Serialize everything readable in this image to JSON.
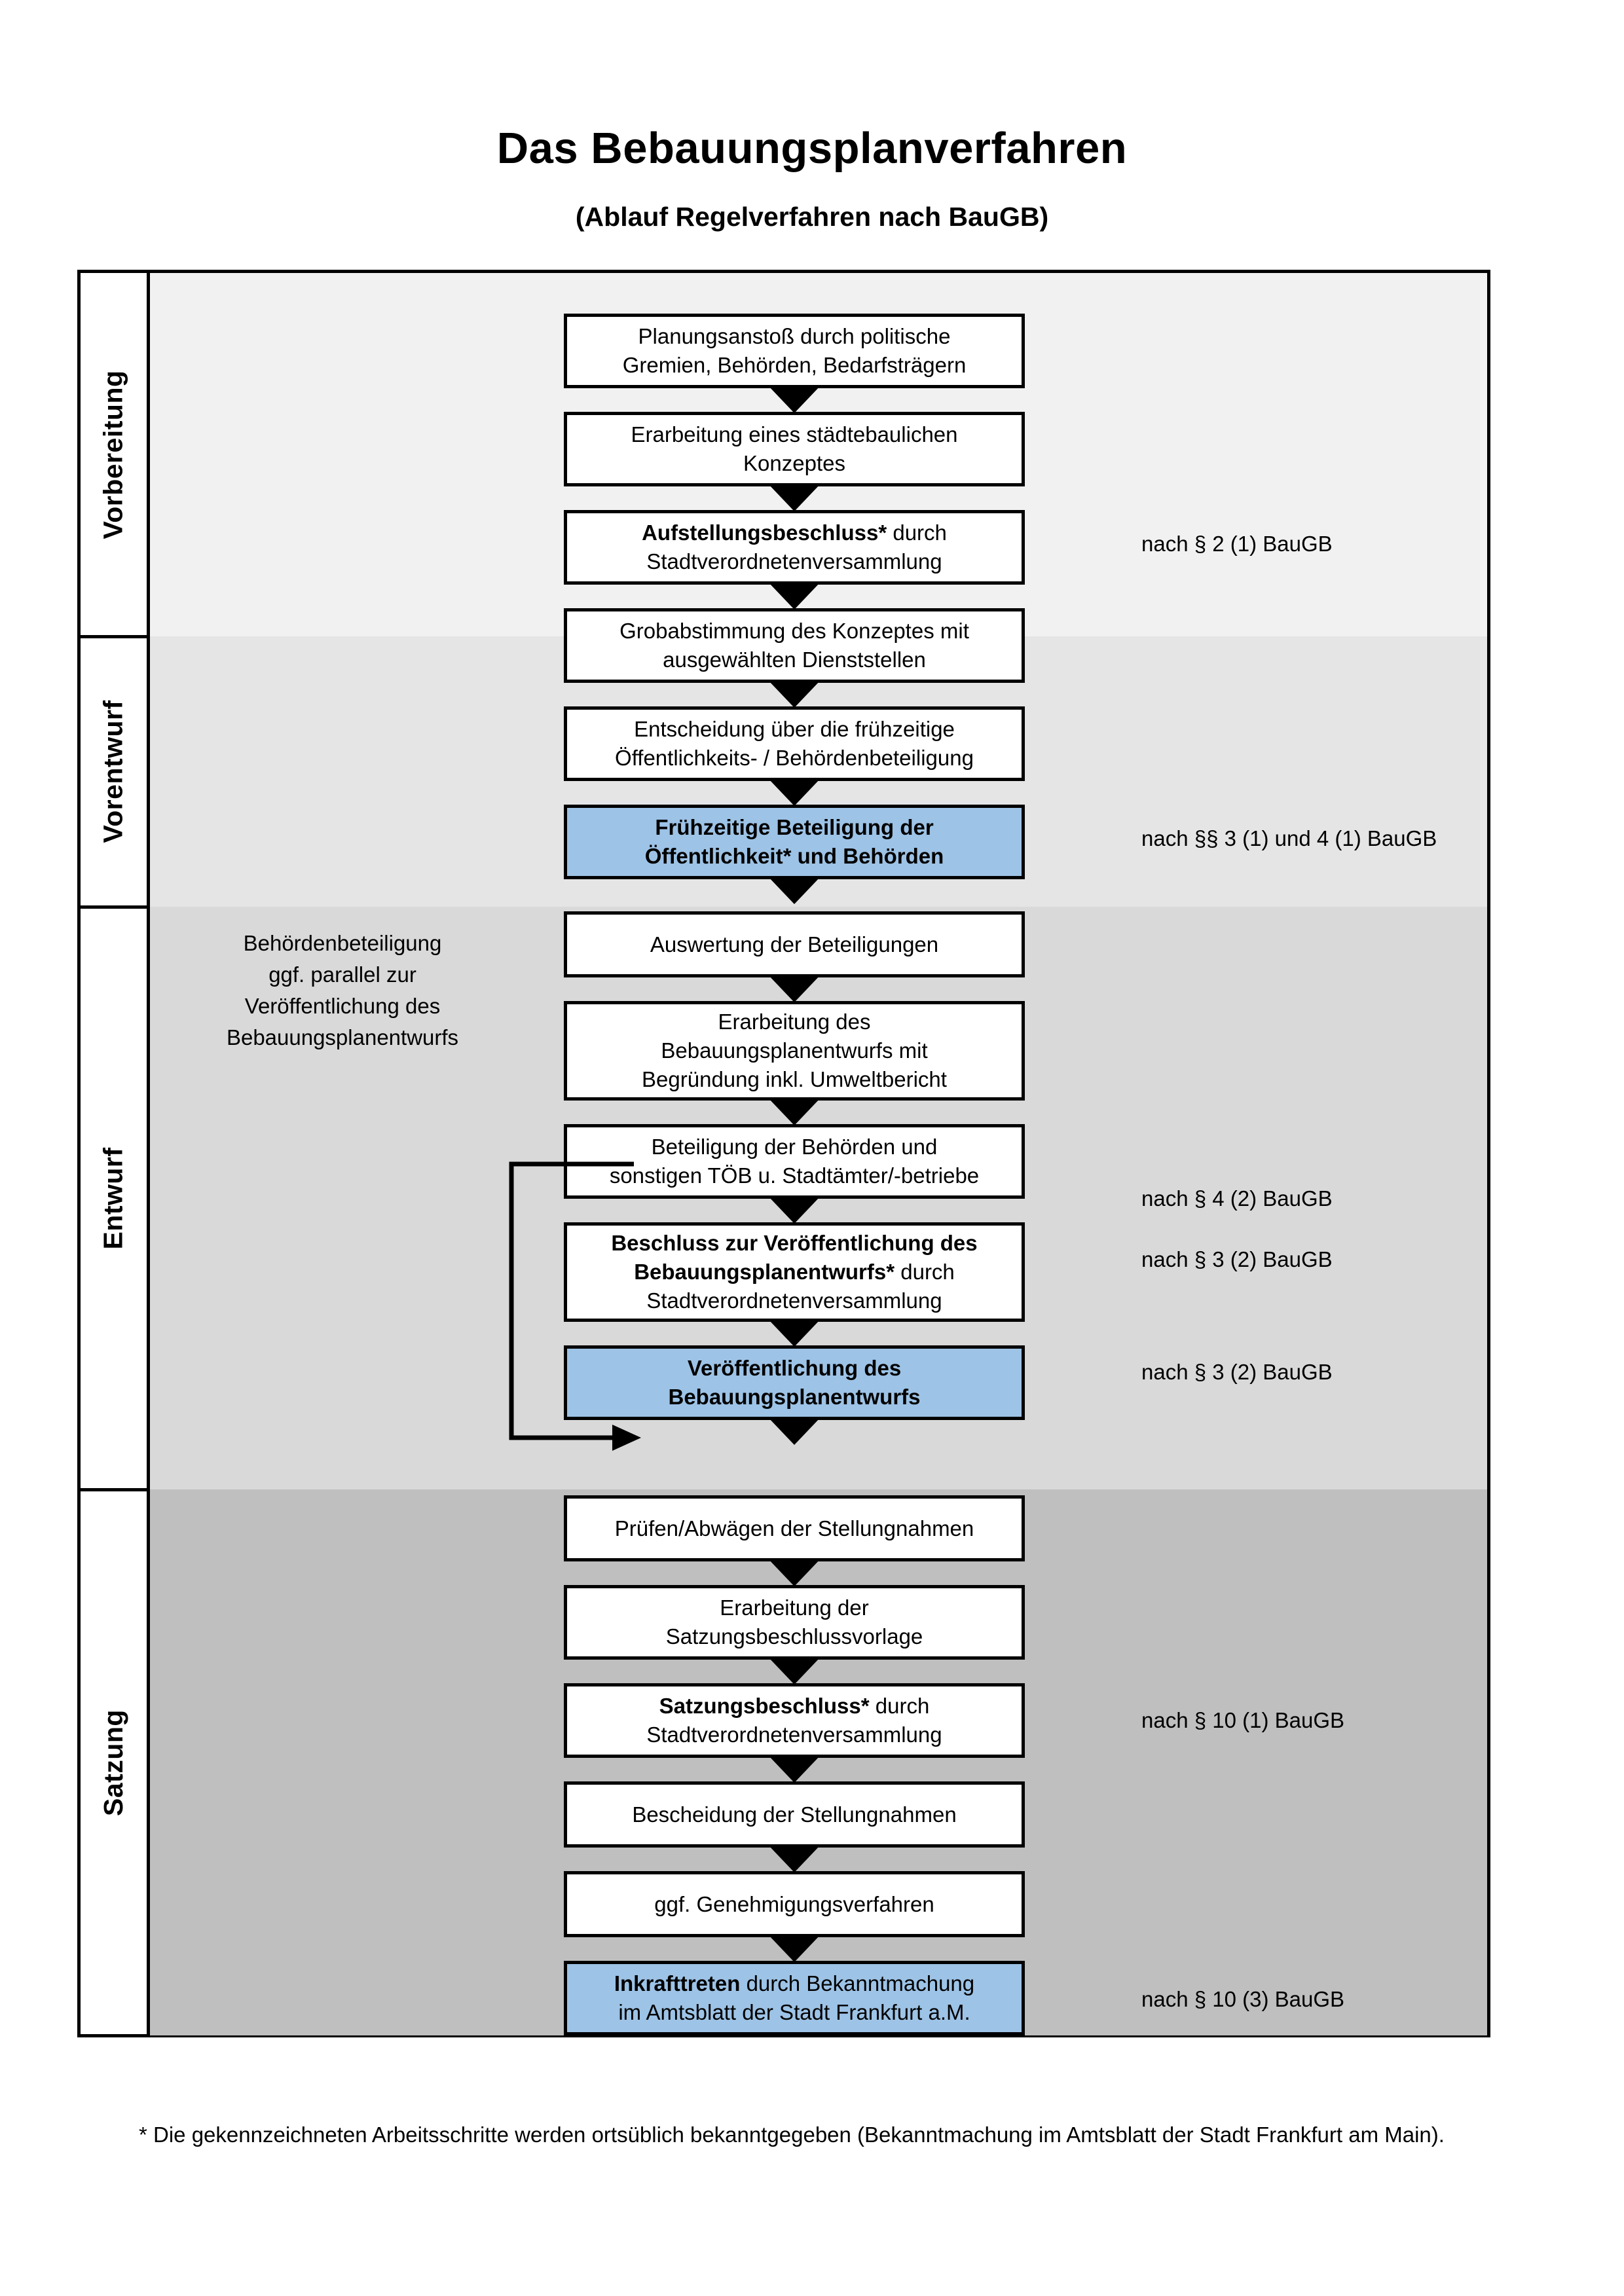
{
  "title": "Das Bebauungsplanverfahren",
  "subtitle": "(Ablauf Regelverfahren nach BauGB)",
  "phases": [
    {
      "label": "Vorbereitung"
    },
    {
      "label": "Vorentwurf"
    },
    {
      "label": "Entwurf"
    },
    {
      "label": "Satzung"
    }
  ],
  "steps": [
    {
      "line1": "Planungsanstoß durch politische",
      "line2": "Gremien, Behörden, Bedarfsträgern",
      "highlight": false,
      "bold_prefix": ""
    },
    {
      "line1": "Erarbeitung eines städtebaulichen",
      "line2": "Konzeptes",
      "highlight": false,
      "bold_prefix": ""
    },
    {
      "line1": "Aufstellungsbeschluss* durch",
      "line2": "Stadtverordnetenversammlung",
      "highlight": false,
      "bold_prefix": "Aufstellungsbeschluss*"
    },
    {
      "line1": "Grobabstimmung des Konzeptes mit",
      "line2": "ausgewählten Dienststellen",
      "highlight": false,
      "bold_prefix": ""
    },
    {
      "line1": "Entscheidung über die frühzeitige",
      "line2": "Öffentlichkeits- / Behördenbeteiligung",
      "highlight": false,
      "bold_prefix": ""
    },
    {
      "line1": "Frühzeitige Beteiligung der",
      "line2": "Öffentlichkeit* und Behörden",
      "highlight": true,
      "bold_prefix": "ALL"
    },
    {
      "line1": "Auswertung der Beteiligungen",
      "line2": "",
      "highlight": false,
      "bold_prefix": ""
    },
    {
      "line1": "Erarbeitung des",
      "line2": "Bebauungsplanentwurfs mit",
      "line3": "Begründung inkl. Umweltbericht",
      "highlight": false,
      "bold_prefix": ""
    },
    {
      "line1": "Beteiligung der Behörden und",
      "line2": "sonstigen TÖB u. Stadtämter/-betriebe",
      "highlight": false,
      "bold_prefix": ""
    },
    {
      "line1": "Beschluss zur Veröffentlichung des",
      "line2": "Bebauungsplanentwurfs* durch",
      "line3": "Stadtverordnetenversammlung",
      "highlight": false,
      "bold_prefix": "Beschluss zur Veröffentlichung des Bebauungsplanentwurfs*"
    },
    {
      "line1": "Veröffentlichung des",
      "line2": "Bebauungsplanentwurfs",
      "highlight": true,
      "bold_prefix": "ALL"
    },
    {
      "line1": "Prüfen/Abwägen der Stellungnahmen",
      "line2": "",
      "highlight": false,
      "bold_prefix": ""
    },
    {
      "line1": "Erarbeitung der",
      "line2": "Satzungsbeschlussvorlage",
      "highlight": false,
      "bold_prefix": ""
    },
    {
      "line1": "Satzungsbeschluss* durch",
      "line2": "Stadtverordnetenversammlung",
      "highlight": false,
      "bold_prefix": "Satzungsbeschluss*"
    },
    {
      "line1": "Bescheidung der Stellungnahmen",
      "line2": "",
      "highlight": false,
      "bold_prefix": ""
    },
    {
      "line1": "ggf. Genehmigungsverfahren",
      "line2": "",
      "highlight": false,
      "bold_prefix": ""
    },
    {
      "line1": "Inkrafttreten durch Bekanntmachung",
      "line2": "im Amtsblatt der Stadt Frankfurt a.M.",
      "highlight": true,
      "bold_prefix": "Inkrafttreten"
    }
  ],
  "legal_refs": [
    {
      "text": "nach § 2 (1) BauGB"
    },
    {
      "text": "nach §§ 3 (1) und 4 (1) BauGB"
    },
    {
      "text": "nach § 4 (2) BauGB"
    },
    {
      "text": "nach § 3 (2) BauGB"
    },
    {
      "text": "nach § 3 (2) BauGB"
    },
    {
      "text": "nach § 10 (1) BauGB"
    },
    {
      "text": "nach § 10 (3) BauGB"
    }
  ],
  "side_note": {
    "line1": "Behördenbeteiligung",
    "line2": "ggf. parallel zur",
    "line3": "Veröffentlichung des",
    "line4": "Bebauungsplanentwurfs"
  },
  "footnote": "* Die gekennzeichneten Arbeitsschritte werden ortsüblich bekanntgegeben (Bekanntmachung im Amtsblatt  der Stadt Frankfurt am Main).",
  "colors": {
    "highlight": "#9DC3E6",
    "band_vorbereitung": "#F1F1F1",
    "band_vorentwurf": "#E5E5E5",
    "band_entwurf": "#D9D9D9",
    "band_satzung": "#BFBFBF",
    "frame": "#000000"
  }
}
